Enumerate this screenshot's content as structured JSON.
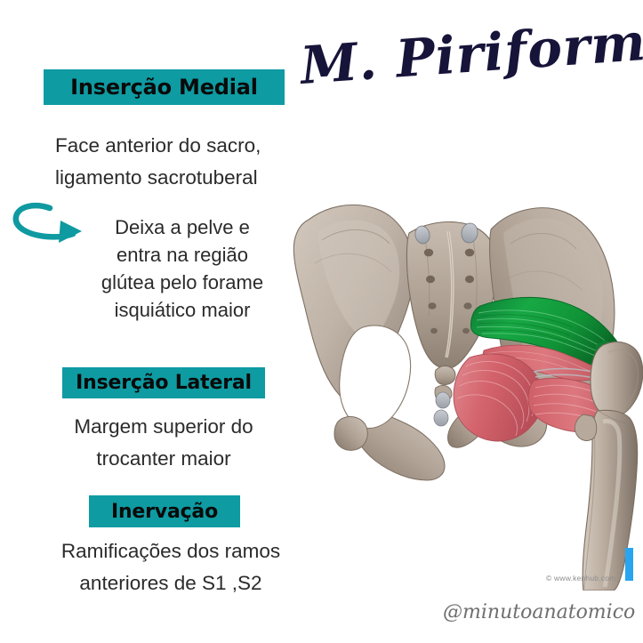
{
  "page": {
    "background": "#ffffff",
    "accent_teal": "#0e9ba2",
    "title_navy": "#17143a",
    "muscle_green": "#14953c",
    "muscle_red": "#d9616a",
    "bone_light": "#c9bdb2",
    "bone_dark": "#8a7d72",
    "kenhub_blue": "#29a5f0"
  },
  "title": "M. Piriforme",
  "sections": {
    "medial": {
      "banner": "Inserção Medial",
      "text": "Face anterior do sacro,\nligamento sacrotuberal"
    },
    "note": {
      "text": "Deixa a pelve e\nentra na região\nglútea pelo forame\nisquiático maior",
      "arrow_icon": "curved-arrow-right-icon"
    },
    "lateral": {
      "banner": "Inserção Lateral",
      "text": "Margem superior do\ntrocanter maior"
    },
    "inervacao": {
      "banner": "Inervação",
      "text": "Ramificações dos ramos\nanteriores de S1 ,S2"
    }
  },
  "illustration": {
    "name": "posterior-pelvis-piriformis-illustration",
    "labels": {
      "credit": "© www.kenhub.com"
    }
  },
  "handle": "@minutoanatomico"
}
